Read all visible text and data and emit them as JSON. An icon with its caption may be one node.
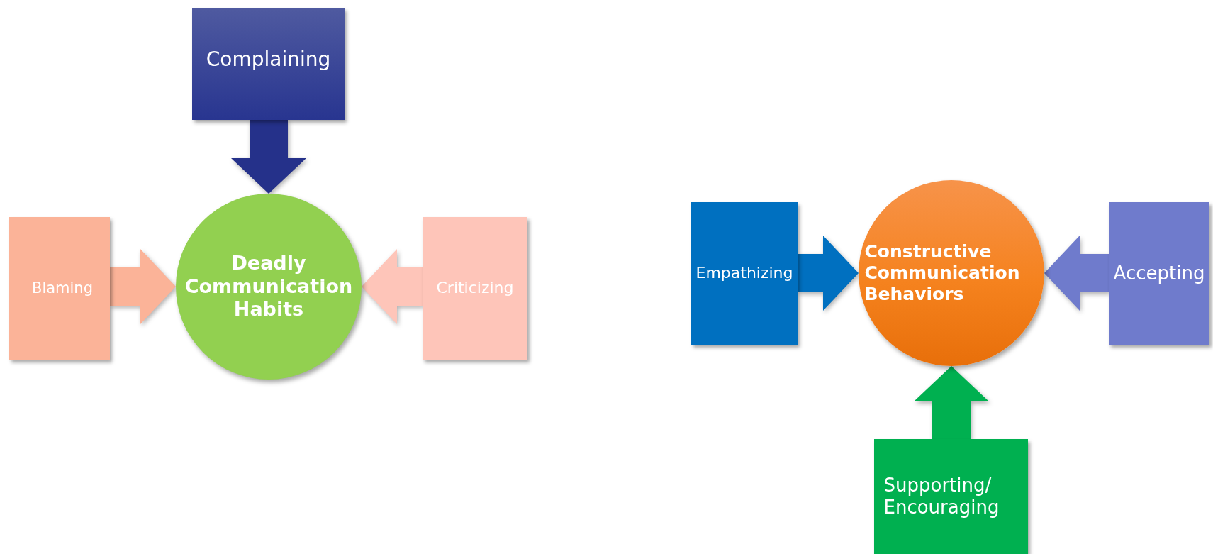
{
  "diagram": {
    "nodes": [
      {
        "text": [
          "Complaining"
        ]
      },
      {
        "text": [
          "Deadly Communication Habits"
        ]
      },
      {
        "text": [
          "Blaming"
        ]
      },
      {
        "text": [
          "Criticizing"
        ]
      },
      {
        "text": [
          "Empathizing"
        ]
      },
      {
        "text": [
          "Constructive Communication Behaviors"
        ]
      },
      {
        "text": [
          "Accepting"
        ]
      },
      {
        "text": [
          "Supporting/ Encouraging"
        ]
      }
    ],
    "edges": [
      {
        "from": 0,
        "to": 1,
        "arrow": "to",
        "style": "thick",
        "color": "#25318a"
      },
      {
        "from": 2,
        "to": 1,
        "arrow": "to",
        "style": "thick",
        "color": "#fbb398"
      },
      {
        "from": 3,
        "to": 1,
        "arrow": "to",
        "style": "thick",
        "color": "#fec5b9"
      },
      {
        "from": 4,
        "to": 5,
        "arrow": "to",
        "style": "thick",
        "color": "#0070c0"
      },
      {
        "from": 6,
        "to": 5,
        "arrow": "to",
        "style": "thick",
        "color": "#6f7bcc"
      },
      {
        "from": 7,
        "to": 5,
        "arrow": "to",
        "style": "thick",
        "color": "#00b050"
      }
    ]
  }
}
